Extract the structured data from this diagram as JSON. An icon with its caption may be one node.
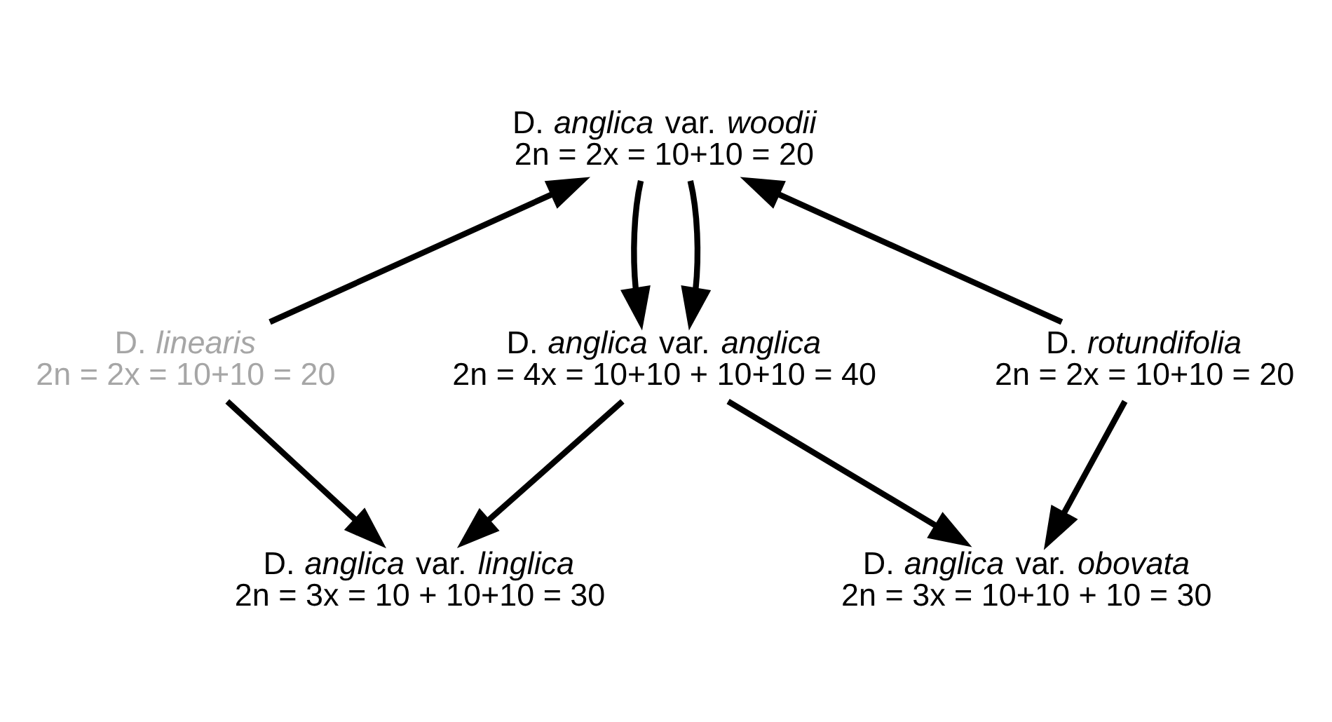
{
  "diagram": {
    "nodes": [
      {
        "text": [
          "D. *anglica* var. *woodii*",
          "2n = 2x = 10+10 = 20"
        ]
      },
      {
        "text": [
          "D. *linearis*",
          "2n = 2x = 10+10 = 20"
        ]
      },
      {
        "text": [
          "D. *anglica* var. *anglica*",
          "2n = 4x = 10+10 + 10+10 = 40"
        ]
      },
      {
        "text": [
          "D. *rotundifolia*",
          "2n = 2x = 10+10 = 20"
        ]
      },
      {
        "text": [
          "D. *anglica* var. *linglica*",
          "2n = 3x = 10 + 10+10 = 30"
        ]
      },
      {
        "text": [
          "D. *anglica* var. *obovata*",
          "2n = 3x = 10+10 + 10 = 30"
        ]
      }
    ],
    "edges": [
      {
        "from": 1,
        "to": 0,
        "arrow": "to"
      },
      {
        "from": 0,
        "to": 2,
        "arrow": "to"
      },
      {
        "from": 0,
        "to": 2,
        "arrow": "to"
      },
      {
        "from": 3,
        "to": 0,
        "arrow": "to"
      },
      {
        "from": 1,
        "to": 4,
        "arrow": "to"
      },
      {
        "from": 2,
        "to": 4,
        "arrow": "to"
      },
      {
        "from": 2,
        "to": 5,
        "arrow": "to"
      },
      {
        "from": 3,
        "to": 5,
        "arrow": "to"
      }
    ]
  }
}
